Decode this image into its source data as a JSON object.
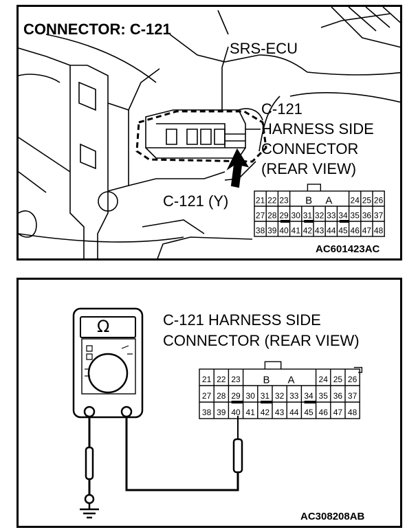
{
  "top_panel": {
    "title": "CONNECTOR: C-121",
    "ecu_label": "SRS-ECU",
    "harness_label_lines": [
      "C-121",
      "HARNESS SIDE",
      "CONNECTOR",
      "(REAR VIEW)"
    ],
    "connector_label": "C-121 (Y)",
    "figure_id": "AC601423AC"
  },
  "bottom_panel": {
    "title_lines": [
      "C-121 HARNESS SIDE",
      "CONNECTOR (REAR VIEW)"
    ],
    "meter_symbol": "Ω",
    "figure_id": "AC308208AB"
  },
  "connector": {
    "row1_left": [
      "21",
      "22",
      "23"
    ],
    "row1_right": [
      "24",
      "25",
      "26"
    ],
    "row1_mid": [
      "B",
      "A"
    ],
    "row2": [
      "27",
      "28",
      "29",
      "30",
      "31",
      "32",
      "33",
      "34",
      "35",
      "36",
      "37"
    ],
    "row3": [
      "38",
      "39",
      "40",
      "41",
      "42",
      "43",
      "44",
      "45",
      "46",
      "47",
      "48"
    ],
    "probe_pin": "40"
  }
}
